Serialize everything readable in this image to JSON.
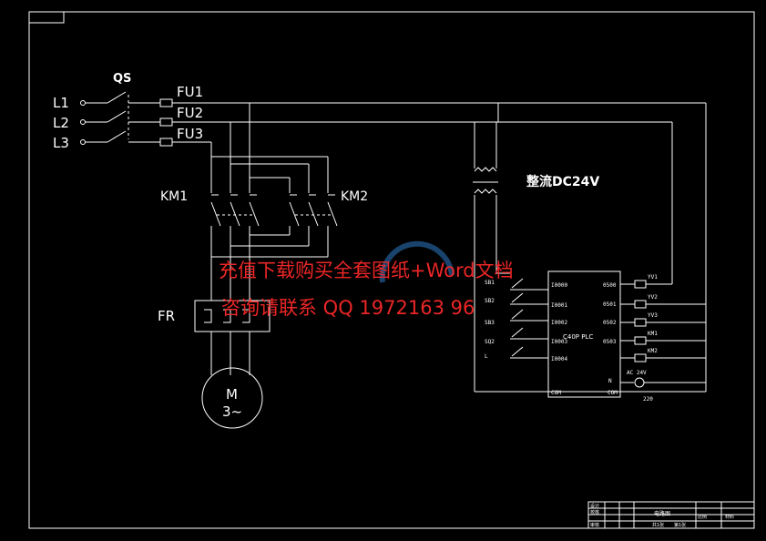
{
  "power": {
    "switch": "QS",
    "lines": [
      "L1",
      "L2",
      "L3"
    ],
    "fuses": [
      "FU1",
      "FU2",
      "FU3"
    ],
    "contactors": [
      "KM1",
      "KM2"
    ],
    "relay": "FR",
    "motor": {
      "name": "M",
      "phase": "3~"
    }
  },
  "dc_supply": "整流DC24V",
  "plc": {
    "model": "C40P PLC",
    "input_labels": [
      "SB1",
      "SB2",
      "SB3",
      "SQ2",
      "L"
    ],
    "inputs": [
      "I0000",
      "I0001",
      "I0002",
      "I0003",
      "I0004"
    ],
    "outputs": [
      "0500",
      "0501",
      "0502",
      "0503"
    ],
    "n_label": "N",
    "com_in": "COM",
    "com_out": "COM",
    "loads": [
      "YV1",
      "YV2",
      "YV3",
      "KM1",
      "KM2"
    ],
    "ac_source": "AC 24V",
    "ac_value": "220"
  },
  "watermark": {
    "line1": "充值下载购买全套图纸+Word文档",
    "line2": "咨询请联系 QQ 1972163 96"
  },
  "title_block": {
    "designer": "设计",
    "checker": "校核",
    "reviewer": "审核",
    "title": "电路图",
    "scale": "比例",
    "material": "材料",
    "total": "共1张",
    "sheet": "第1张"
  }
}
